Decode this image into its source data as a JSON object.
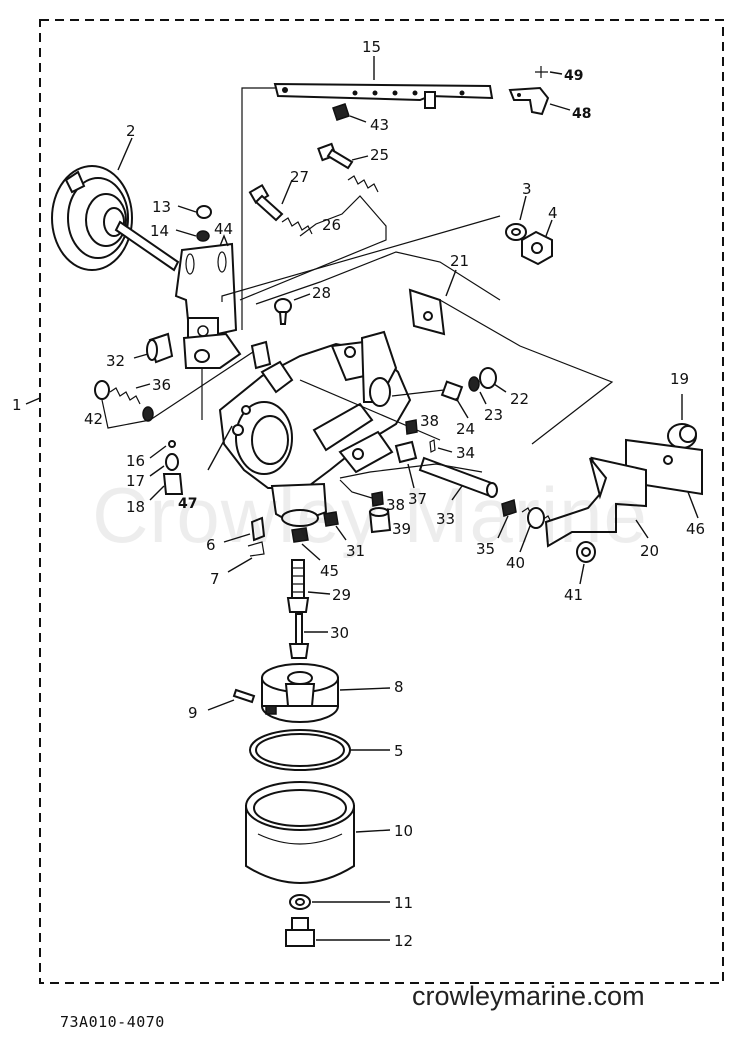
{
  "callouts": {
    "c1": "1",
    "c2": "2",
    "c3": "3",
    "c4": "4",
    "c5": "5",
    "c6": "6",
    "c7": "7",
    "c8": "8",
    "c9": "9",
    "c10": "10",
    "c11": "11",
    "c12": "12",
    "c13": "13",
    "c14": "14",
    "c15": "15",
    "c16": "16",
    "c17": "17",
    "c18": "18",
    "c19": "19",
    "c20": "20",
    "c21": "21",
    "c22": "22",
    "c23": "23",
    "c24": "24",
    "c25": "25",
    "c26": "26",
    "c27": "27",
    "c28": "28",
    "c29": "29",
    "c30": "30",
    "c31": "31",
    "c32": "32",
    "c33": "33",
    "c34": "34",
    "c35": "35",
    "c36": "36",
    "c37": "37",
    "c38": "38",
    "c38b": "38",
    "c39": "39",
    "c40": "40",
    "c41": "41",
    "c42": "42",
    "c43": "43",
    "c44": "44",
    "c45": "45",
    "c46": "46",
    "c47": "47",
    "c48": "48",
    "c49": "49"
  },
  "watermark": "Crowley Marine",
  "footer": {
    "site": "crowleymarine.com",
    "diagram_code": "73A010-4070"
  }
}
